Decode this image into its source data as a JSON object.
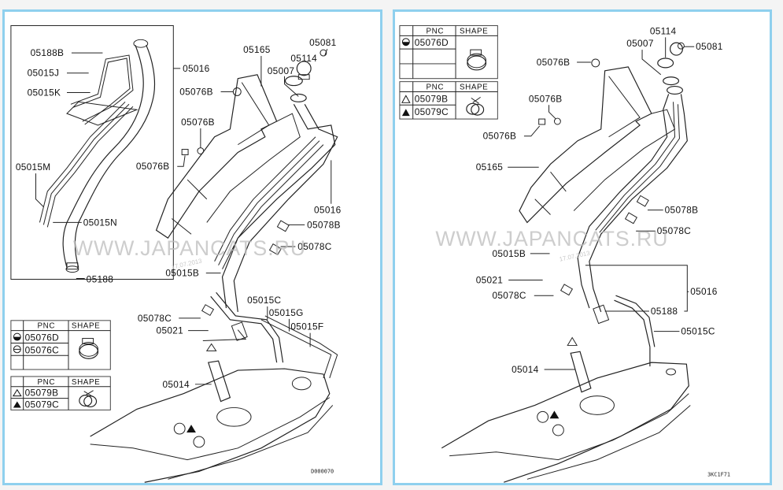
{
  "watermark": {
    "text": "WWW.JAPANCATS.RU",
    "date": "17.07.2013"
  },
  "left_diagram": {
    "code": "D000070",
    "inset_labels": {
      "l05188B": "05188B",
      "l05015J": "05015J",
      "l05015K": "05015K",
      "l05015M": "05015M",
      "l05015N": "05015N",
      "l05188": "05188"
    },
    "labels": {
      "l05016": "05016",
      "l05165": "05165",
      "l05081": "05081",
      "l05114": "05114",
      "l05007": "05007",
      "l05076B_a": "05076B",
      "l05076B_b": "05076B",
      "l05076B_c": "05076B",
      "l05016b": "05016",
      "l05078B": "05078B",
      "l05078C": "05078C",
      "l05015B": "05015B",
      "l05078C_b": "05078C",
      "l05015C": "05015C",
      "l05015G": "05015G",
      "l05021": "05021",
      "l05015F": "05015F",
      "l05014": "05014"
    },
    "tables": [
      {
        "headers": [
          "",
          "PNC",
          "SHAPE"
        ],
        "rows": [
          {
            "mark": "half-filled-circle",
            "pnc": "05076D"
          },
          {
            "mark": "minus-circle",
            "pnc": "05076C"
          },
          {
            "mark": "",
            "pnc": ""
          }
        ],
        "shape": "hose-clamp-band"
      },
      {
        "headers": [
          "",
          "PNC",
          "SHAPE"
        ],
        "rows": [
          {
            "mark": "open-triangle",
            "pnc": "05079B"
          },
          {
            "mark": "filled-triangle",
            "pnc": "05079C"
          }
        ],
        "shape": "hose-clamp-spring"
      }
    ]
  },
  "right_diagram": {
    "code": "3KC1F71",
    "labels": {
      "l05114": "05114",
      "l05007": "05007",
      "l05081": "05081",
      "l05076B_a": "05076B",
      "l05076B_b": "05076B",
      "l05076B_c": "05076B",
      "l05165": "05165",
      "l05078B": "05078B",
      "l05078C": "05078C",
      "l05015B": "05015B",
      "l05021": "05021",
      "l05016": "05016",
      "l05078C_b": "05078C",
      "l05188": "05188",
      "l05015C": "05015C",
      "l05014": "05014"
    },
    "tables": [
      {
        "headers": [
          "",
          "PNC",
          "SHAPE"
        ],
        "rows": [
          {
            "mark": "half-filled-circle",
            "pnc": "05076D"
          },
          {
            "mark": "",
            "pnc": ""
          },
          {
            "mark": "",
            "pnc": ""
          }
        ],
        "shape": "hose-clamp-band"
      },
      {
        "headers": [
          "",
          "PNC",
          "SHAPE"
        ],
        "rows": [
          {
            "mark": "open-triangle",
            "pnc": "05079B"
          },
          {
            "mark": "filled-triangle",
            "pnc": "05079C"
          }
        ],
        "shape": "hose-clamp-spring"
      }
    ]
  }
}
